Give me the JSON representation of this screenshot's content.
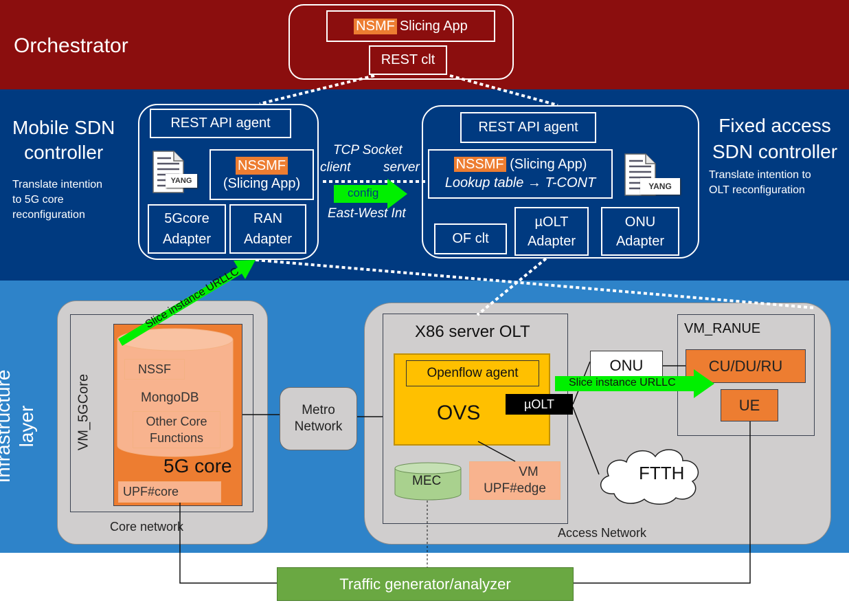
{
  "layers": {
    "orchestrator": "Orchestrator",
    "mobile_ctrl_line1": "Mobile SDN",
    "mobile_ctrl_line2": "controller",
    "mobile_ctrl_desc_1": "Translate intention",
    "mobile_ctrl_desc_2": "to 5G core",
    "mobile_ctrl_desc_3": "reconfiguration",
    "fixed_ctrl_line1": "Fixed access",
    "fixed_ctrl_line2": "SDN controller",
    "fixed_ctrl_desc_1": "Translate intention to",
    "fixed_ctrl_desc_2": "OLT reconfiguration",
    "infra_line1": "Infrastructure",
    "infra_line2": "layer"
  },
  "orchestrator": {
    "nsmf_tag": "NSMF",
    "slicing_app": "Slicing  App",
    "rest_clt": "REST clt"
  },
  "mobile": {
    "rest_agent": "REST API agent",
    "yang": "YANG",
    "nssmf_tag": "NSSMF",
    "slicing_app": "(Slicing App)",
    "core_adapter_1": "5Gcore",
    "core_adapter_2": "Adapter",
    "ran_adapter_1": "RAN",
    "ran_adapter_2": "Adapter"
  },
  "eastwest": {
    "tcp_socket": "TCP Socket",
    "client": "client",
    "server": "server",
    "config": "config",
    "ew_int": "East-West Int"
  },
  "fixed": {
    "rest_agent": "REST API agent",
    "nssmf_tag": "NSSMF",
    "slicing_app": "(Slicing App)",
    "lookup": "Lookup table → T-CONT",
    "yang": "YANG",
    "of_clt": "OF clt",
    "uolt_adapter_1": "µOLT",
    "uolt_adapter_2": "Adapter",
    "onu_adapter_1": "ONU",
    "onu_adapter_2": "Adapter"
  },
  "infra": {
    "vm_5gcore": "VM_5GCore",
    "slice_urllc": "Slice instance URLLC",
    "nssf": "NSSF",
    "mongodb": "MongoDB",
    "other_core_1": "Other Core",
    "other_core_2": "Functions",
    "core_5g": "5G core",
    "upf_core": "UPF#core",
    "core_network": "Core network",
    "metro_1": "Metro",
    "metro_2": "Network",
    "x86_olt": "X86 server OLT",
    "openflow_agent": "Openflow agent",
    "ovs": "OVS",
    "uolt": "µOLT",
    "mec": "MEC",
    "vm_upf_1": "VM",
    "vm_upf_2": "UPF#edge",
    "onu": "ONU",
    "ftth": "FTTH",
    "vm_ranue": "VM_RANUE",
    "cu_du_ru": "CU/DU/RU",
    "ue": "UE",
    "slice_urllc_2": "Slice instance URLLC",
    "access_network": "Access Network",
    "traffic_gen": "Traffic generator/analyzer"
  },
  "colors": {
    "orchestrator_bg": "#8b0e0e",
    "sdn_bg": "#003a80",
    "infra_bg": "#2e83c9",
    "gray_region": "#d0cece",
    "core_orange": "#ed7d31",
    "light_orange": "#f8b38e",
    "ovs_yellow": "#ffc000",
    "green_arrow": "#00f000",
    "traffic_green": "#6aa842"
  }
}
